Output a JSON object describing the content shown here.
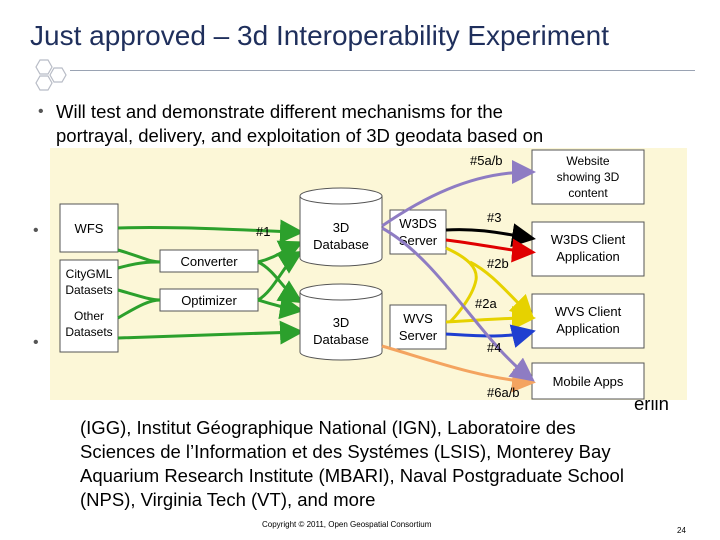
{
  "slide": {
    "title": "Just approved – 3d Interoperability Experiment",
    "bullet1": {
      "line1": "Will test and demonstrate different mechanisms for the",
      "line2": "portrayal, delivery, and exploitation of 3D geodata based on"
    },
    "bullet3_partial": {
      "line1_tail": "erlin",
      "line2": "(IGG), Institut Géographique National (IGN), Laboratoire des",
      "line3": "Sciences de l’Information et des Systémes (LSIS), Monterey Bay",
      "line4": "Aquarium Research Institute (MBARI),  Naval Postgraduate School",
      "line5": "(NPS), Virginia Tech (VT), and more"
    },
    "footer": "Copyright © 2011, Open Geospatial Consortium",
    "page_number": "24"
  },
  "diagram": {
    "inputs": {
      "wfs": "WFS",
      "citygml": [
        "CityGML",
        "Datasets"
      ],
      "other": [
        "Other",
        "Datasets"
      ]
    },
    "tools": {
      "converter": "Converter",
      "optimizer": "Optimizer"
    },
    "databases": {
      "top": [
        "3D",
        "Database"
      ],
      "bottom": [
        "3D",
        "Database"
      ]
    },
    "servers": {
      "w3ds": [
        "W3DS",
        "Server"
      ],
      "wvs": [
        "WVS",
        "Server"
      ]
    },
    "clients": {
      "website": [
        "Website",
        "showing 3D",
        "content"
      ],
      "w3ds_client": [
        "W3DS Client",
        "Application"
      ],
      "wvs_client": [
        "WVS Client",
        "Application"
      ],
      "mobile": "Mobile Apps"
    },
    "flow_labels": {
      "f1": "#1",
      "f5ab": "#5a/b",
      "f3": "#3",
      "f2b": "#2b",
      "f2a": "#2a",
      "f4": "#4",
      "f6ab": "#6a/b"
    },
    "colors": {
      "green": "#2ca02c",
      "purple": "#8e7cc3",
      "black": "#000000",
      "red": "#e00000",
      "yellow": "#e6d200",
      "blue": "#1f3fd0",
      "orange": "#f4a460",
      "panel": "#fcf7d7",
      "title": "#1f2f5c"
    }
  }
}
